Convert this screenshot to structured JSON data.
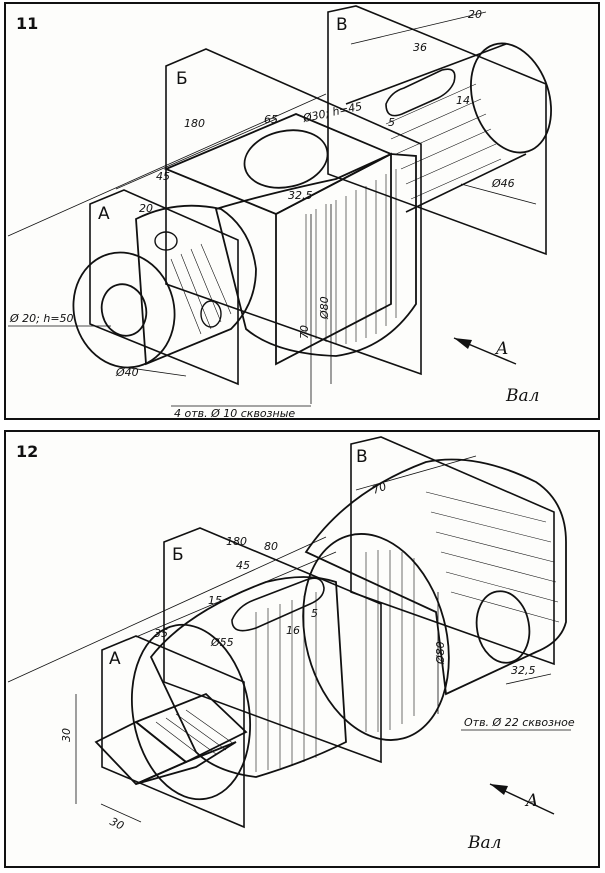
{
  "colors": {
    "ink": "#111111",
    "paper": "#fdfdfb"
  },
  "drawings": [
    {
      "number": "11",
      "planes": [
        "А",
        "Б",
        "В"
      ],
      "dimensions": [
        "180",
        "65",
        "45",
        "20",
        "36",
        "20",
        "14",
        "5",
        "32,5",
        "70",
        "Ø80",
        "Ø46",
        "Ø40"
      ],
      "callout_hole_top": "Ø30; h=45",
      "callout_bore": "Ø 20; h=50",
      "callout_holes": "4 отв. Ø 10 сквозные",
      "view_letter": "A",
      "caption": "Вал"
    },
    {
      "number": "12",
      "planes": [
        "А",
        "Б",
        "В"
      ],
      "dimensions": [
        "180",
        "80",
        "70",
        "45",
        "15",
        "16",
        "5",
        "35",
        "Ø55",
        "Ø80",
        "32,5",
        "30",
        "30"
      ],
      "callout_hole": "Отв. Ø 22 сквозное",
      "view_letter": "A",
      "caption": "Вал"
    }
  ]
}
